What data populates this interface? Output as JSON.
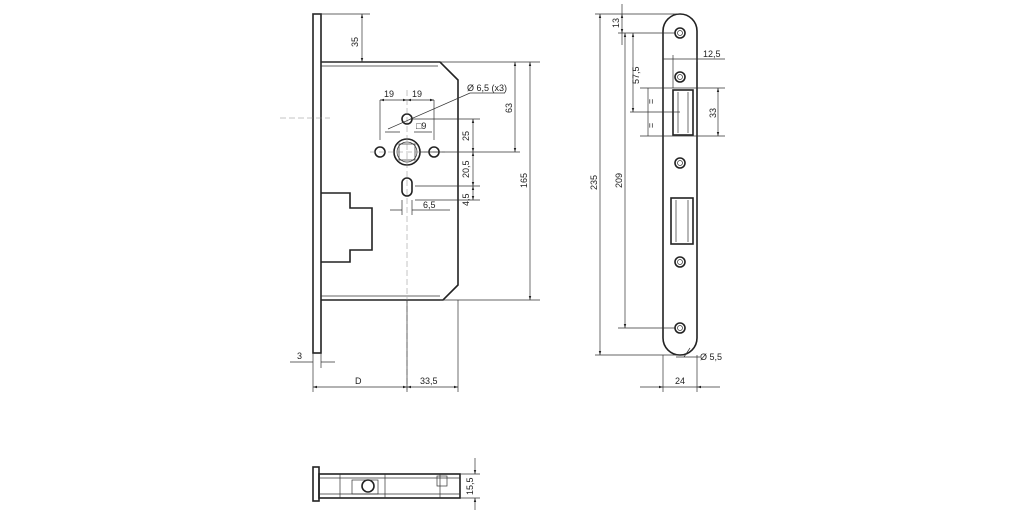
{
  "lock_body": {
    "dims": {
      "top_to_body": "35",
      "hole_spacing_left": "19",
      "hole_spacing_right": "19",
      "hole_diameter": "Ø 6,5 (x3)",
      "square": "□9",
      "hole_to_follower": "25",
      "body_to_follower": "63",
      "body_height": "165",
      "follower_to_keyhole": "20,5",
      "keyhole_length": "4,5",
      "keyhole_width": "6,5",
      "faceplate_thickness": "3",
      "backset": "D",
      "follower_to_back": "33,5"
    }
  },
  "strike_plate": {
    "dims": {
      "top_to_hole": "13",
      "width_to_recess": "12,5",
      "hole_to_recess_center": "57,5",
      "equal_1": "=",
      "equal_2": "=",
      "recess_height": "33",
      "total_height": "235",
      "hole_spacing": "209",
      "hole_diameter": "Ø 5,5",
      "width": "24"
    }
  },
  "bottom_view": {
    "dims": {
      "depth": "15,5"
    }
  }
}
